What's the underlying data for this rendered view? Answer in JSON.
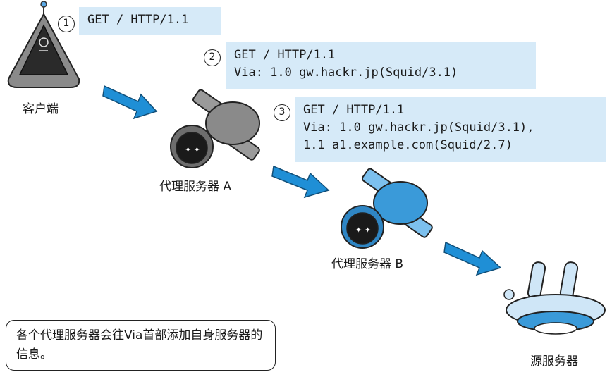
{
  "steps": [
    {
      "num": "1",
      "lines": [
        "GET / HTTP/1.1"
      ]
    },
    {
      "num": "2",
      "lines": [
        "GET / HTTP/1.1",
        "Via: 1.0 gw.hackr.jp(Squid/3.1)"
      ]
    },
    {
      "num": "3",
      "lines": [
        "GET / HTTP/1.1",
        "Via: 1.0 gw.hackr.jp(Squid/3.1),",
        "1.1 a1.example.com(Squid/2.7)"
      ]
    }
  ],
  "labels": {
    "client": "客户端",
    "proxy_a": "代理服务器 A",
    "proxy_b": "代理服务器 B",
    "server": "源服务器"
  },
  "note": "各个代理服务器会往Via首部添加自身服务器的信息。",
  "colors": {
    "arrow": "#1f8fd6",
    "box": "#d6eaf8",
    "proxy_a": "#7a7a7a",
    "proxy_b": "#3a9ad9"
  }
}
